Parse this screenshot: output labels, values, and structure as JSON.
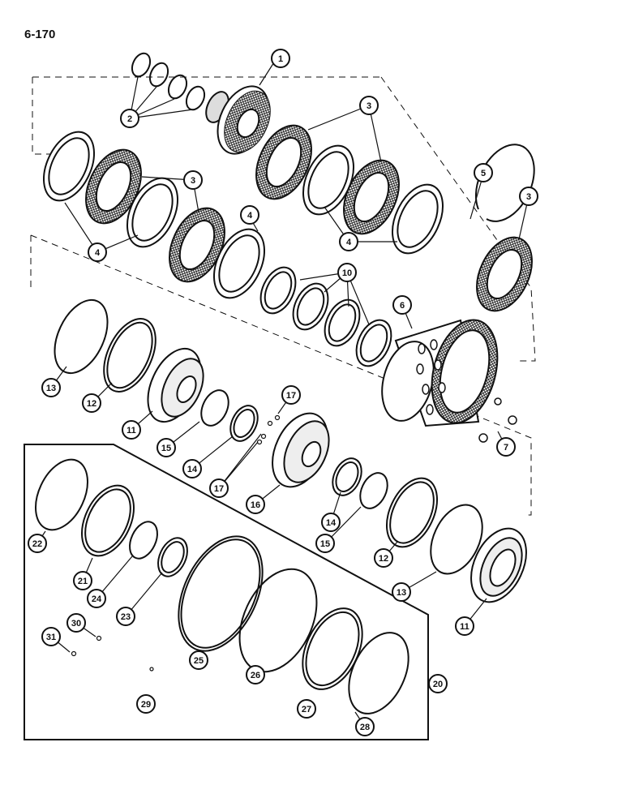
{
  "page": {
    "number": "6-170"
  },
  "callouts": [
    "1",
    "2",
    "3",
    "4",
    "5",
    "6",
    "7",
    "10",
    "11",
    "12",
    "13",
    "14",
    "15",
    "16",
    "17",
    "20",
    "21",
    "22",
    "23",
    "24",
    "25",
    "26",
    "27",
    "28",
    "29",
    "30",
    "31"
  ],
  "colors": {
    "ink": "#111111",
    "paper": "#ffffff"
  }
}
